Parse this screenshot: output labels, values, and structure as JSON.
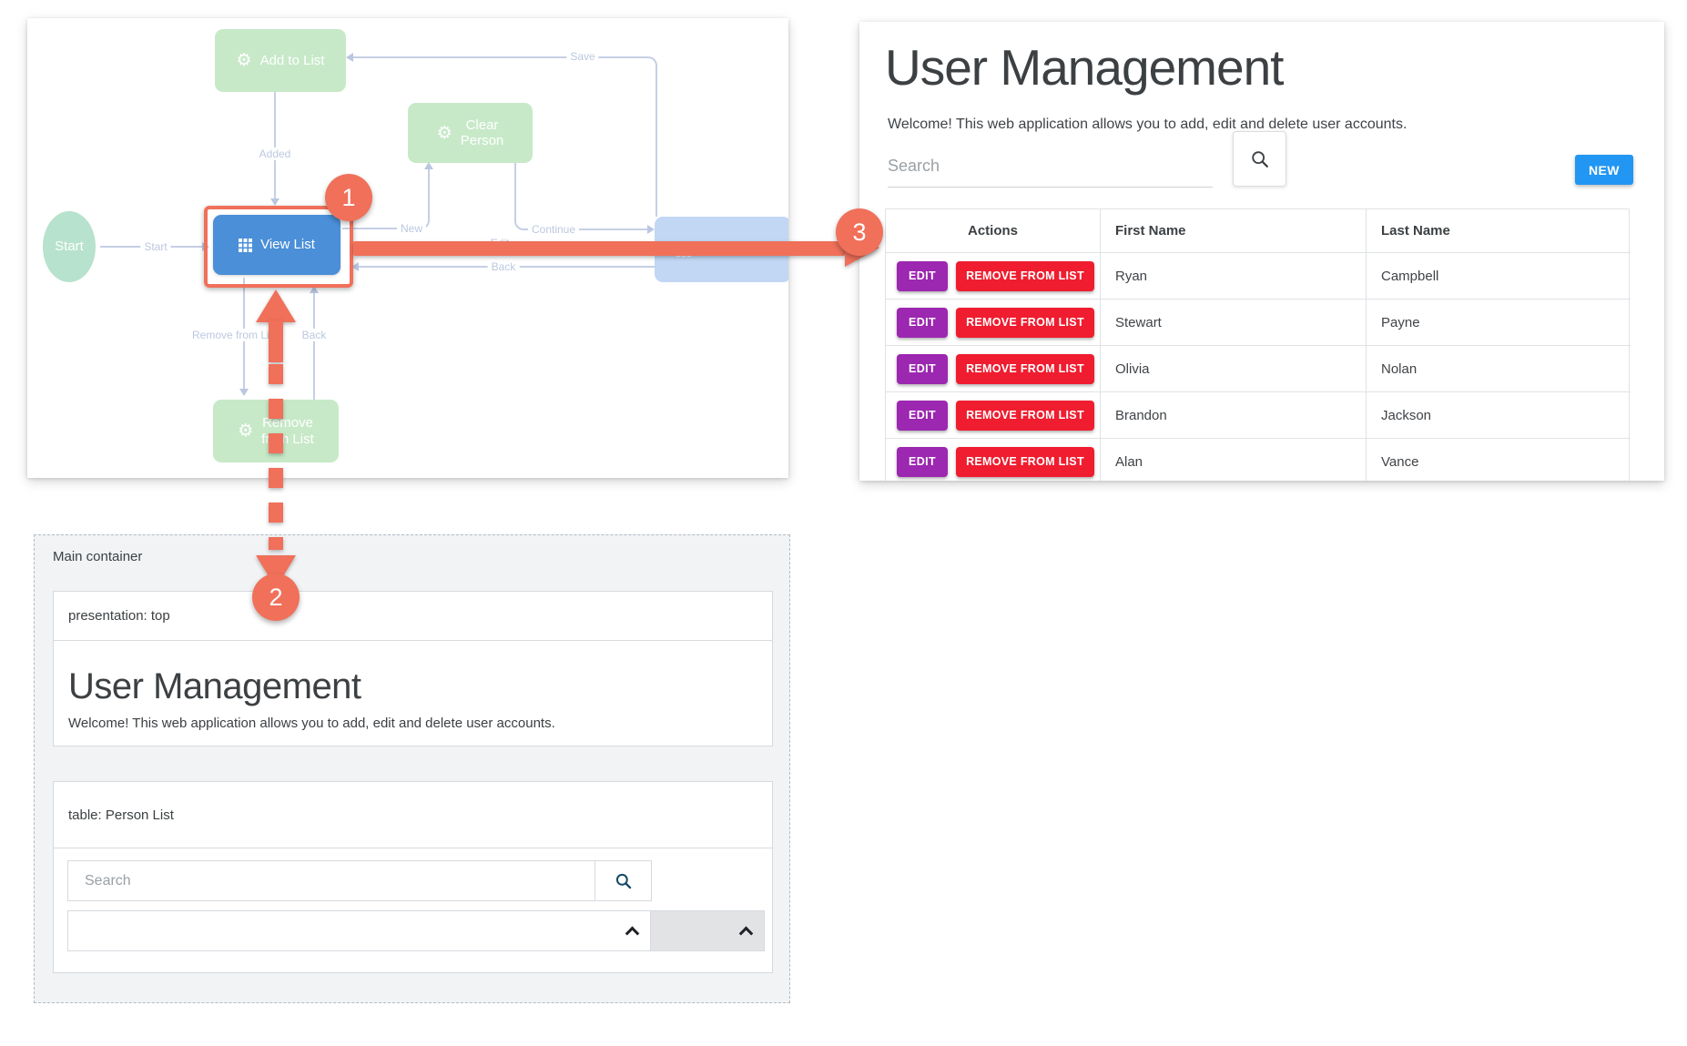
{
  "colors": {
    "accent_orange": "#f0705a",
    "node_green": "#c7e9c8",
    "node_blue": "#4a8fd7",
    "node_blue_faded": "#c1d7f4",
    "start_teal": "#b7e2cd",
    "edge_line": "#c5cfe5",
    "edit_button": "#9c27b0",
    "remove_button": "#ef1d2f",
    "new_button": "#2196f3"
  },
  "callouts": {
    "step1": "1",
    "step2": "2",
    "step3": "3"
  },
  "diagram": {
    "nodes": {
      "start": {
        "label": "Start"
      },
      "add_to_list": {
        "label": "Add to List",
        "icon": "gear-icon"
      },
      "clear_person": {
        "label": "Clear\nPerson",
        "icon": "gear-icon"
      },
      "view_list": {
        "label": "View List",
        "icon": "grid-icon"
      },
      "edit_person": {
        "label": "Edit Person",
        "icon": "grid-icon"
      },
      "remove_from_list": {
        "label": "Remove\nfrom List",
        "icon": "gear-icon"
      }
    },
    "edge_labels": {
      "start": "Start",
      "added": "Added",
      "new": "New",
      "continue": "Continue",
      "save": "Save",
      "edit": "Edit",
      "back_top": "Back",
      "remove_from_list": "Remove from List",
      "back_bottom": "Back"
    }
  },
  "app": {
    "title": "User Management",
    "subtitle": "Welcome! This web application allows you to add, edit and delete user accounts.",
    "search_placeholder": "Search",
    "search_icon": "magnifier-icon",
    "new_button": "NEW",
    "table": {
      "headers": [
        "Actions",
        "First Name",
        "Last Name"
      ],
      "edit_button": "EDIT",
      "remove_button": "REMOVE FROM LIST",
      "rows": [
        {
          "first": "Ryan",
          "last": "Campbell"
        },
        {
          "first": "Stewart",
          "last": "Payne"
        },
        {
          "first": "Olivia",
          "last": "Nolan"
        },
        {
          "first": "Brandon",
          "last": "Jackson"
        },
        {
          "first": "Alan",
          "last": "Vance"
        }
      ]
    }
  },
  "builder": {
    "container_label": "Main container",
    "presentation_label": "presentation: top",
    "title": "User Management",
    "welcome": "Welcome! This web application allows you to add, edit and delete user accounts.",
    "table_label": "table: Person List",
    "search_placeholder": "Search",
    "search_icon": "magnifier-icon",
    "sort_icon": "chevron-up-icon"
  }
}
